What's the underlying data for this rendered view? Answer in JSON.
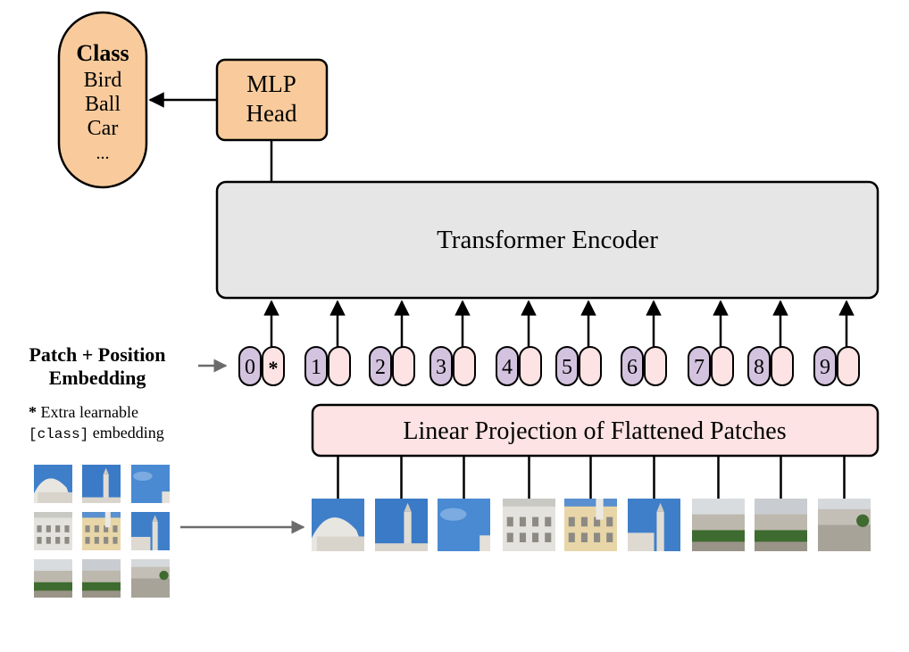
{
  "class_box": {
    "title": "Class",
    "items": [
      "Bird",
      "Ball",
      "Car",
      "..."
    ]
  },
  "mlp_head": {
    "line1": "MLP",
    "line2": "Head"
  },
  "encoder": {
    "label": "Transformer Encoder"
  },
  "projection": {
    "label": "Linear Projection of Flattened Patches"
  },
  "embedding_label": {
    "line1": "Patch + Position",
    "line2": "Embedding"
  },
  "footnote": {
    "star": "*",
    "text": " Extra learnable",
    "code": "[class]",
    "text2": " embedding"
  },
  "tokens": [
    "0",
    "1",
    "2",
    "3",
    "4",
    "5",
    "6",
    "7",
    "8",
    "9"
  ],
  "class_token_mark": "*",
  "patches": [
    {
      "sky": "#3f7fc9",
      "kind": "dome"
    },
    {
      "sky": "#3a7ac6",
      "kind": "tower"
    },
    {
      "sky": "#4a8ad2",
      "kind": "sky"
    },
    {
      "sky": "#c9c9c4",
      "kind": "facade"
    },
    {
      "sky": "#5a90cf",
      "kind": "facade-yellow"
    },
    {
      "sky": "#3f7fc9",
      "kind": "tower2"
    },
    {
      "sky": "#d9dcdf",
      "kind": "garden"
    },
    {
      "sky": "#c9ccd0",
      "kind": "garden"
    },
    {
      "sky": "#d6d9dc",
      "kind": "plaza"
    }
  ],
  "colors": {
    "orange_fill": "#f9cb9c",
    "encoder_fill": "#e6e6e6",
    "projection_fill": "#fde3e3",
    "token_purple": "#d3c3df",
    "token_pink": "#fde3e3",
    "arrow_gray": "#6b6b6b"
  }
}
